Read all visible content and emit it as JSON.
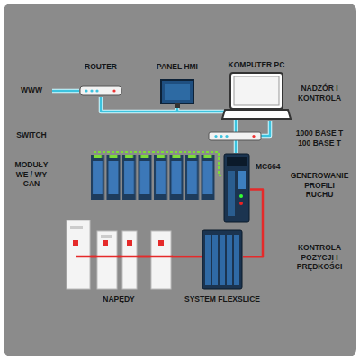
{
  "diagram": {
    "nodes": [
      {
        "text": [
          "ROUTER"
        ]
      },
      {
        "text": [
          "PANEL HMI"
        ]
      },
      {
        "text": [
          "KOMPUTER PC"
        ]
      },
      {
        "text": [
          "MC664"
        ]
      },
      {
        "text": [
          "NAPĘDY"
        ]
      },
      {
        "text": [
          "SYSTEM FLEXSLICE"
        ]
      }
    ],
    "edges": [
      {
        "from": 3,
        "to": 5,
        "arrow": "none"
      },
      {
        "from": 4,
        "to": 5,
        "arrow": "none"
      }
    ],
    "labels": [
      "WWW",
      "NADZÓR I KONTROLA",
      "SWITCH",
      "1000 BASE T 100 BASE T",
      "MODUŁY WE / WY CAN",
      "GENEROWANIE PROFILI RUCHU",
      "KONTROLA POZYCJI I PRĘDKOŚCI"
    ]
  }
}
